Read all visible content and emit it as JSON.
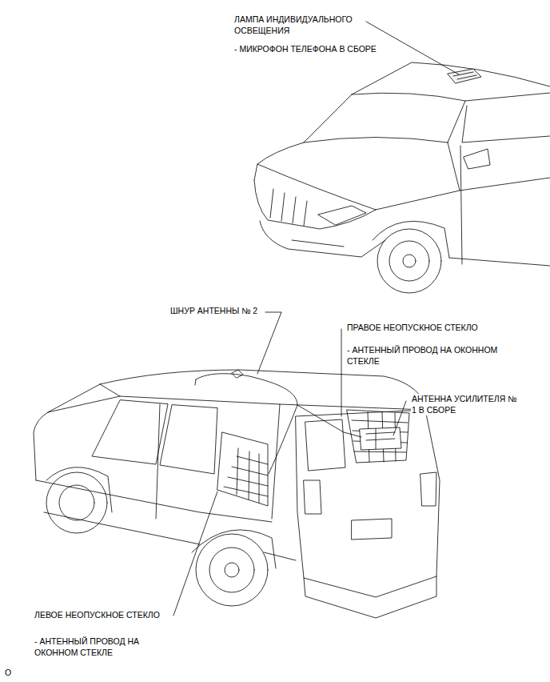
{
  "diagram": {
    "labels": [
      "ЛАМПА ИНДИВИДУАЛЬНОГО ОСВЕЩЕНИЯ",
      "- МИКРОФОН ТЕЛЕФОНА В СБОРЕ",
      "ШНУР АНТЕННЫ № 2",
      "ПРАВОЕ НЕОПУСКНОЕ СТЕКЛО",
      "- АНТЕННЫЙ ПРОВОД НА ОКОННОМ СТЕКЛЕ",
      "АНТЕННА УСИЛИТЕЛЯ № 1 В СБОРЕ",
      "ЛЕВОЕ НЕОПУСКНОЕ СТЕКЛО",
      "- АНТЕННЫЙ ПРОВОД НА ОКОННОМ СТЕКЛЕ",
      "O"
    ]
  }
}
